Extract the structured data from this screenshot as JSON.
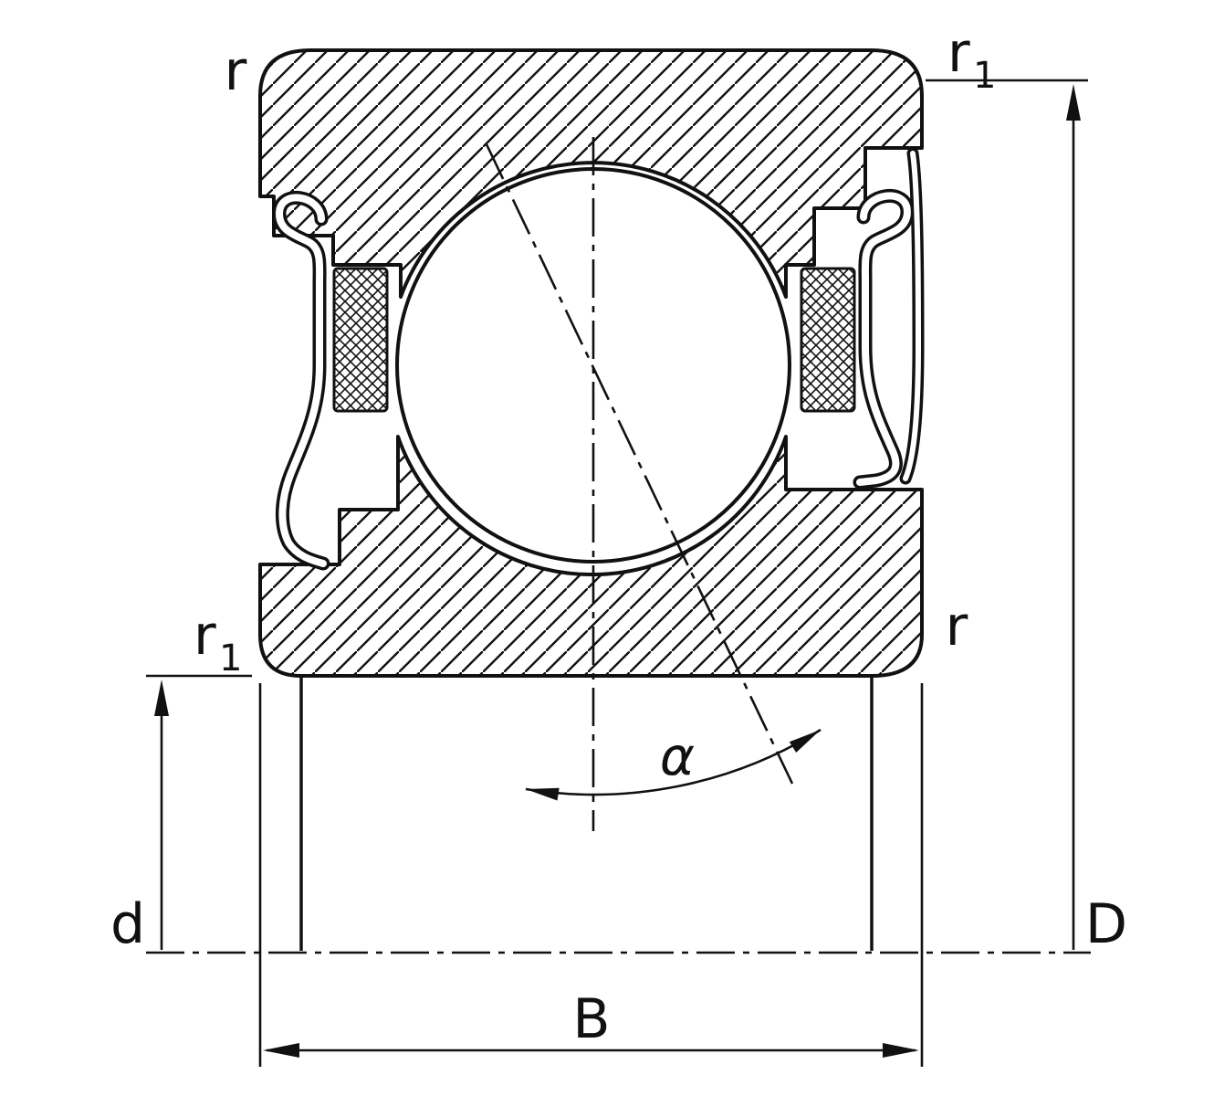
{
  "diagram": {
    "type": "technical-drawing",
    "subject": "sealed ball bearing cross-section",
    "colors": {
      "line": "#111111",
      "background": "#ffffff"
    },
    "corner_labels": {
      "top_left": "r",
      "top_right_base": "r",
      "top_right_sub": "1",
      "bottom_left_base": "r",
      "bottom_left_sub": "1",
      "bottom_right": "r"
    },
    "dimensions": {
      "bore_diameter": "d",
      "outer_diameter": "D",
      "width": "B",
      "contact_angle": "α"
    }
  }
}
